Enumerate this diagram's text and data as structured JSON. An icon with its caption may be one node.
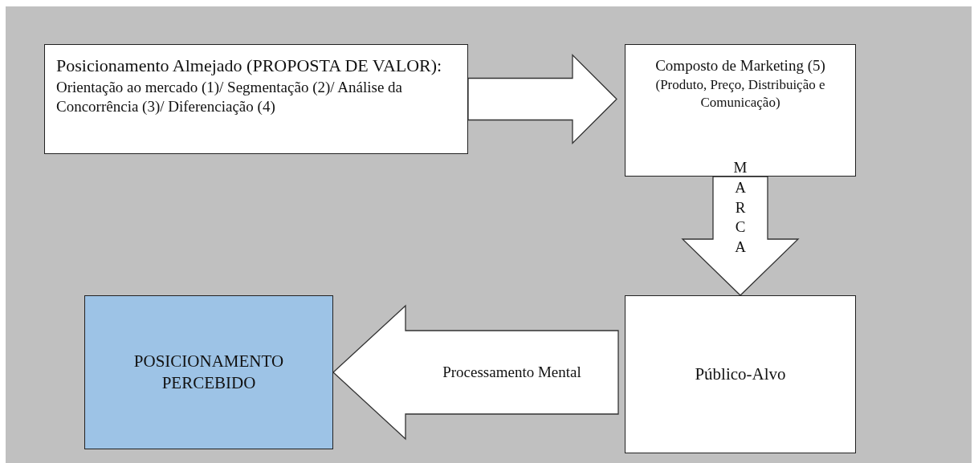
{
  "diagram": {
    "nodes": [
      {
        "text": [
          "Posicionamento Almejado (PROPOSTA DE VALOR):",
          "Orientação ao mercado (1)/ Segmentação (2)/ Análise da Concorrência (3)/ Diferenciação (4)"
        ]
      },
      {
        "text": [
          "Composto de Marketing (5)",
          "(Produto, Preço, Distribuição e Comunicação)"
        ]
      },
      {
        "text": [
          "Público-Alvo"
        ]
      },
      {
        "text": [
          "POSICIONAMENTO PERCEBIDO"
        ]
      }
    ],
    "edges": [
      {
        "from": 0,
        "to": 1,
        "arrow": "to"
      },
      {
        "from": 1,
        "to": 2,
        "arrow": "to",
        "label": "MARCA"
      },
      {
        "from": 2,
        "to": 3,
        "arrow": "to",
        "label": "Processamento Mental"
      }
    ]
  }
}
